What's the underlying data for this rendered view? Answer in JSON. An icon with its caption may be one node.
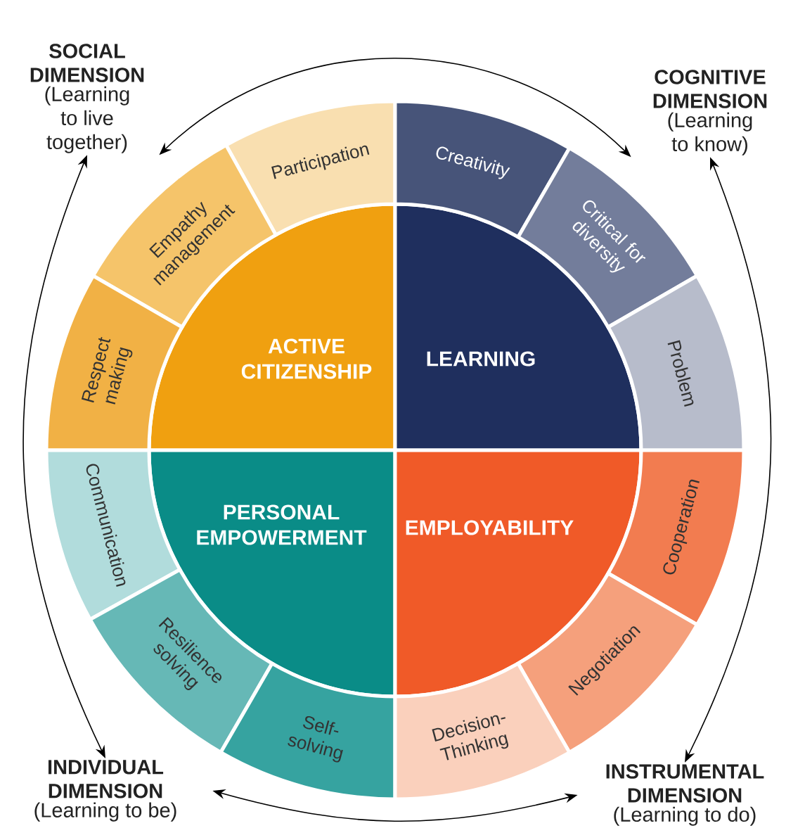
{
  "diagram": {
    "nodes": [
      {
        "text": [
          "SOCIAL DIMENSION",
          "(Learning to live together)"
        ]
      },
      {
        "text": [
          "COGNITIVE DIMENSION",
          "(Learning to know)"
        ]
      },
      {
        "text": [
          "ACTIVE CITIZENSHIP"
        ]
      },
      {
        "text": [
          "LEARNING"
        ]
      },
      {
        "text": [
          "PERSONAL EMPOWERMENT"
        ]
      },
      {
        "text": [
          "EMPLOYABILITY"
        ]
      },
      {
        "text": [
          "Participation"
        ]
      },
      {
        "text": [
          "Empathy management"
        ]
      },
      {
        "text": [
          "Respect making"
        ]
      },
      {
        "text": [
          "Creativity"
        ]
      },
      {
        "text": [
          "Critical for diversity"
        ]
      },
      {
        "text": [
          "Problem"
        ]
      },
      {
        "text": [
          "Communication"
        ]
      },
      {
        "text": [
          "Resilience solving"
        ]
      },
      {
        "text": [
          "Self- solving"
        ]
      },
      {
        "text": [
          "Cooperation"
        ]
      },
      {
        "text": [
          "Negotiation"
        ]
      },
      {
        "text": [
          "Decision- Thinking"
        ]
      },
      {
        "text": [
          "INDIVIDUAL DIMENSION",
          "(Learning to be)"
        ]
      },
      {
        "text": [
          "INSTRUMENTAL DIMENSION",
          "(Learning to do)"
        ]
      }
    ],
    "edges": [
      {
        "from": 0,
        "to": 1,
        "arrow": "both"
      },
      {
        "from": 1,
        "to": 19,
        "arrow": "both"
      },
      {
        "from": 19,
        "to": 18,
        "arrow": "both"
      },
      {
        "from": 18,
        "to": 0,
        "arrow": "both"
      }
    ]
  }
}
